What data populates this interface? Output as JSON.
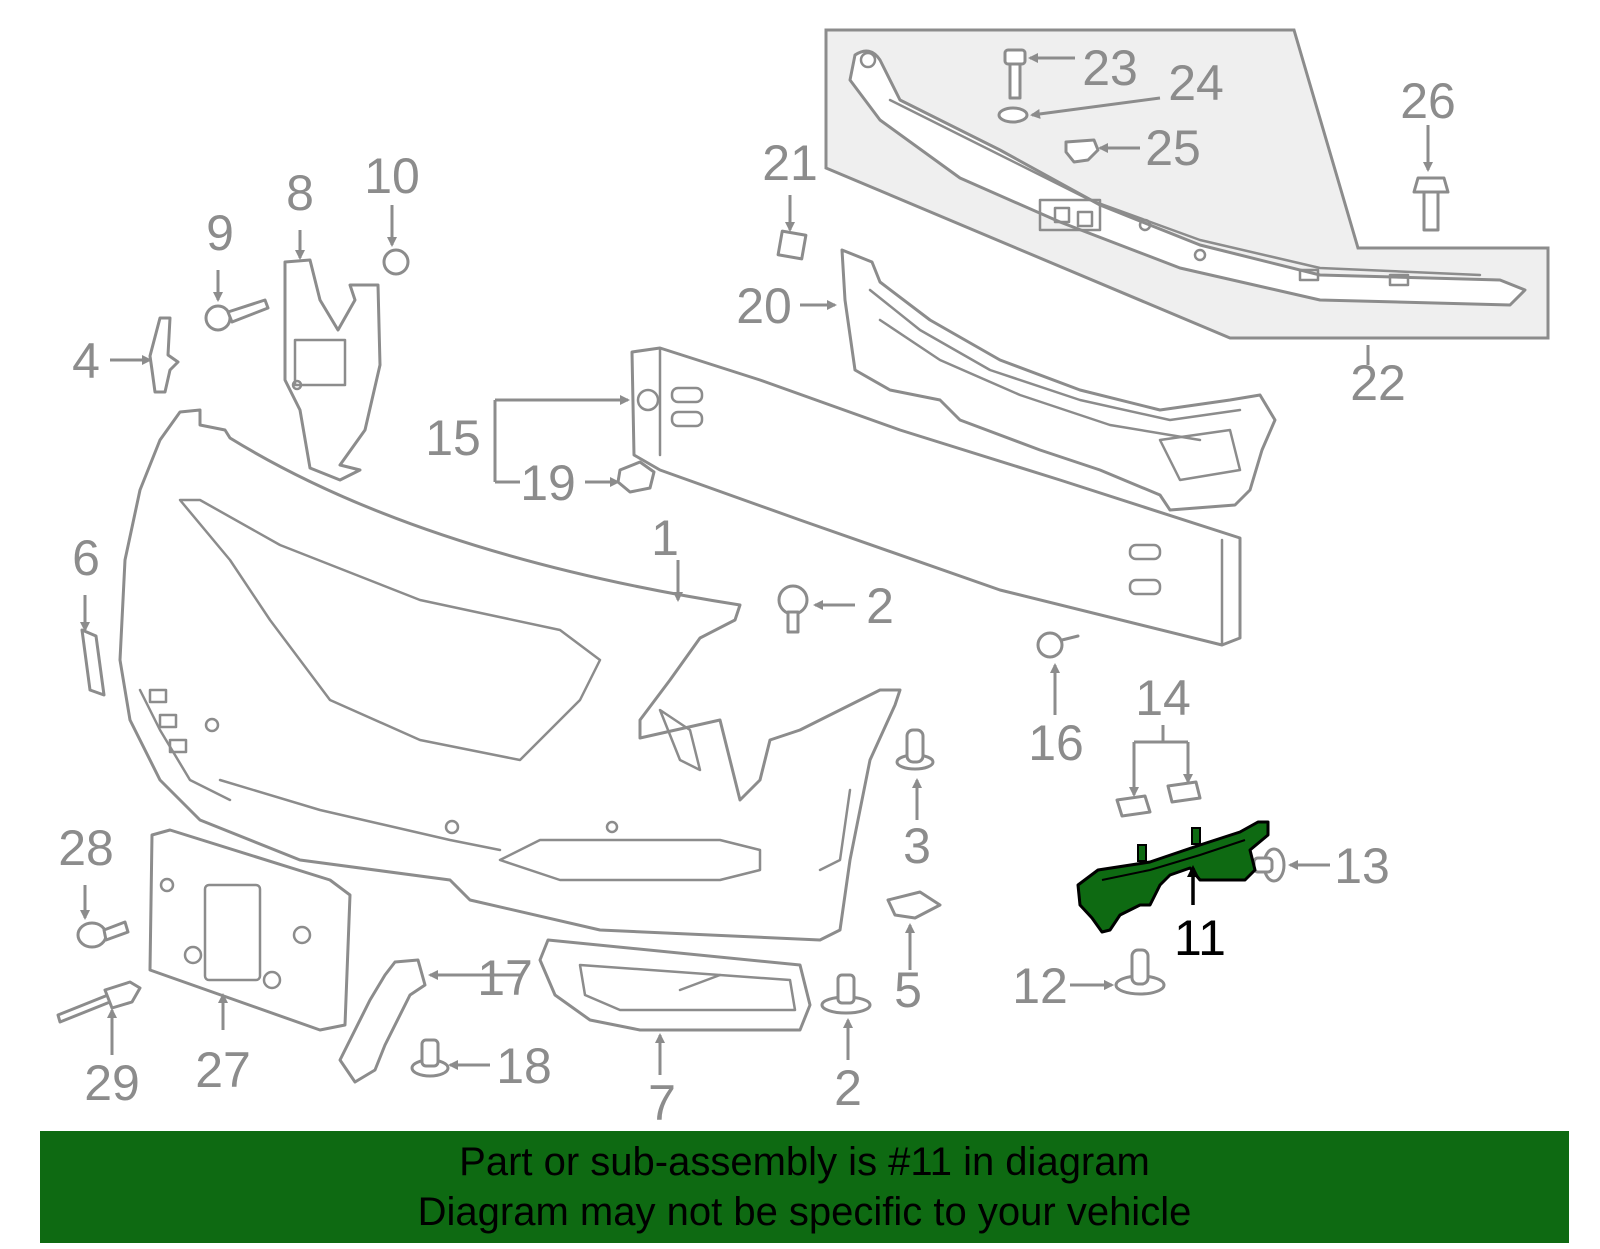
{
  "diagram": {
    "selected_label": "11",
    "labels": [
      "1",
      "2",
      "2",
      "3",
      "4",
      "5",
      "6",
      "7",
      "8",
      "9",
      "10",
      "12",
      "13",
      "14",
      "15",
      "16",
      "17",
      "18",
      "19",
      "20",
      "21",
      "22",
      "23",
      "24",
      "25",
      "26",
      "27",
      "28",
      "29"
    ]
  },
  "banner": {
    "line1": "Part or sub-assembly is #11 in diagram",
    "line2": "Diagram may not be specific to your vehicle"
  },
  "colors": {
    "highlight": "#0e6a12",
    "line": "#8c8c8c"
  }
}
